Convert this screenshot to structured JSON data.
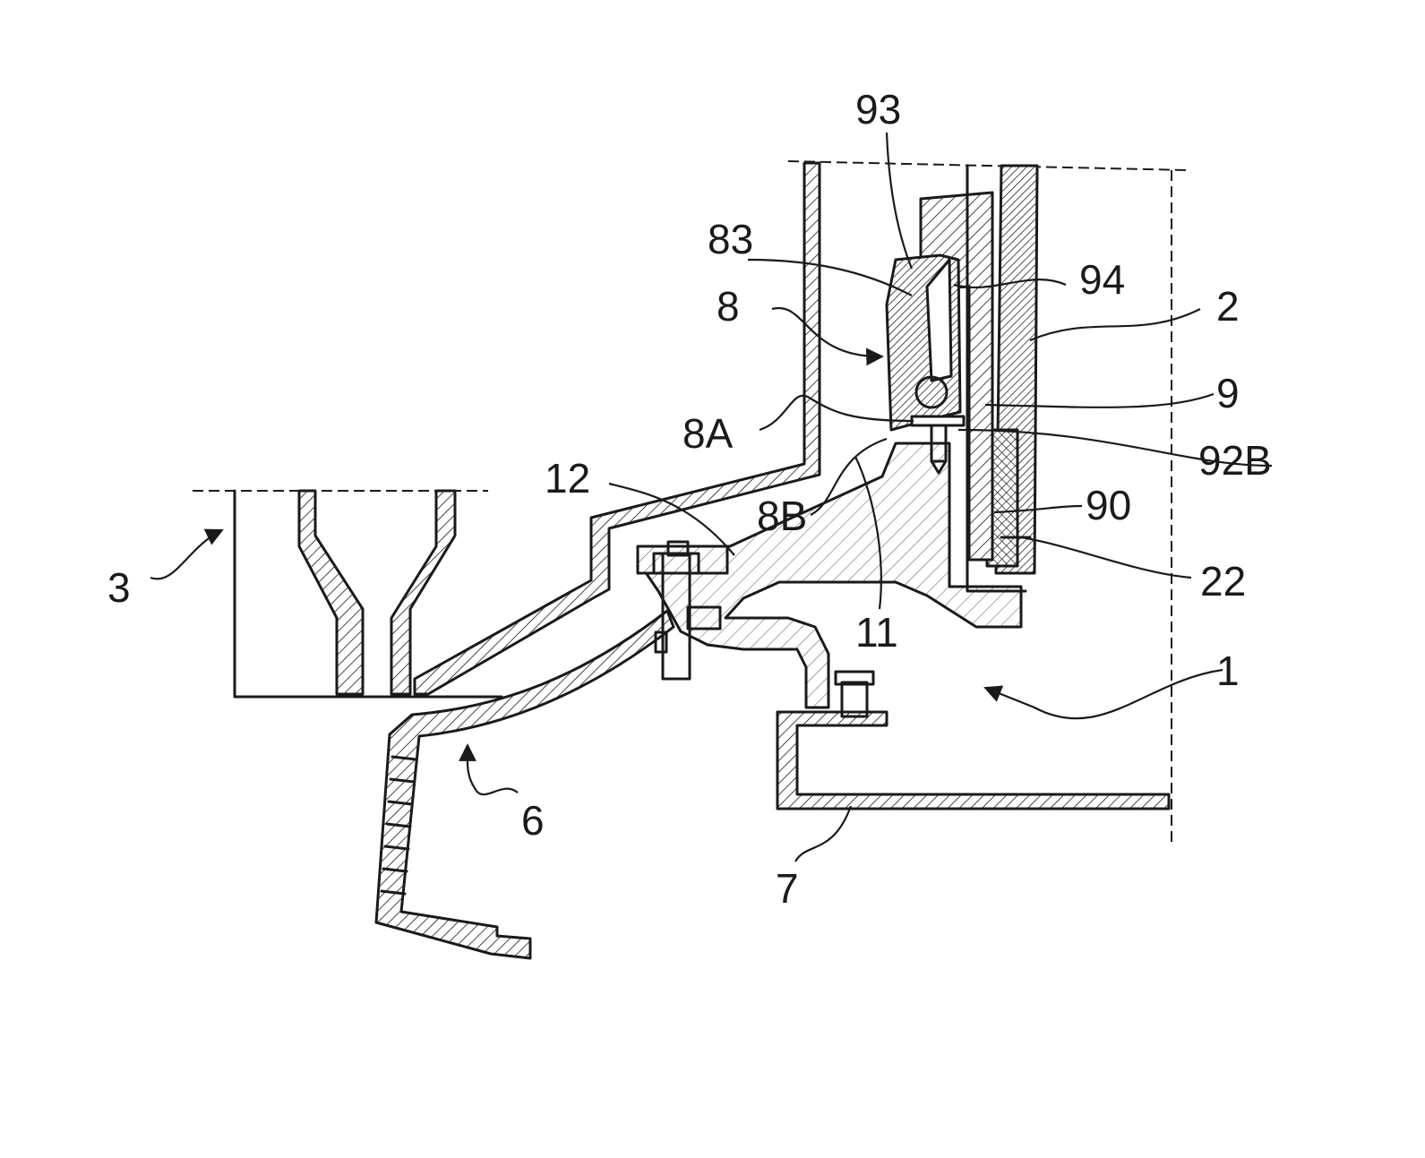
{
  "figure": {
    "labels": {
      "l93": "93",
      "l83": "83",
      "l94": "94",
      "l8": "8",
      "l2": "2",
      "l9": "9",
      "l8A": "8A",
      "l92B": "92B",
      "l12": "12",
      "l8B": "8B",
      "l90": "90",
      "l3": "3",
      "l22": "22",
      "l11": "11",
      "l1": "1",
      "l6": "6",
      "l7": "7"
    }
  }
}
